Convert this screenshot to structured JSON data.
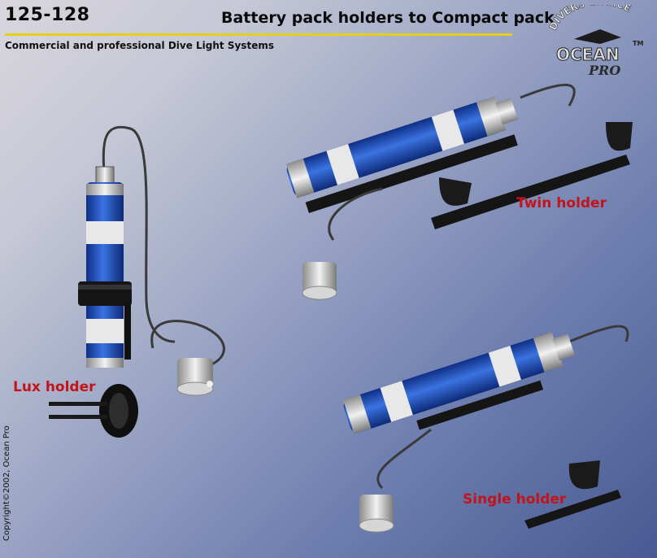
{
  "header": {
    "code": "125-128",
    "title": "Battery pack holders to Compact pack",
    "subtitle": "Commercial and professional Dive Light Systems"
  },
  "logo": {
    "arc_text": "DIVERS CHOICE",
    "tm": "TM",
    "brand": "OCEAN",
    "sub": "PRO"
  },
  "labels": {
    "lux": "Lux holder",
    "twin": "Twin holder",
    "single": "Single holder"
  },
  "copyright": "Copyright©2002, Ocean Pro",
  "colors": {
    "accent_line": "#e6cf1b",
    "label_red": "#c2141b",
    "battery_blue": "#1f4fb8"
  }
}
